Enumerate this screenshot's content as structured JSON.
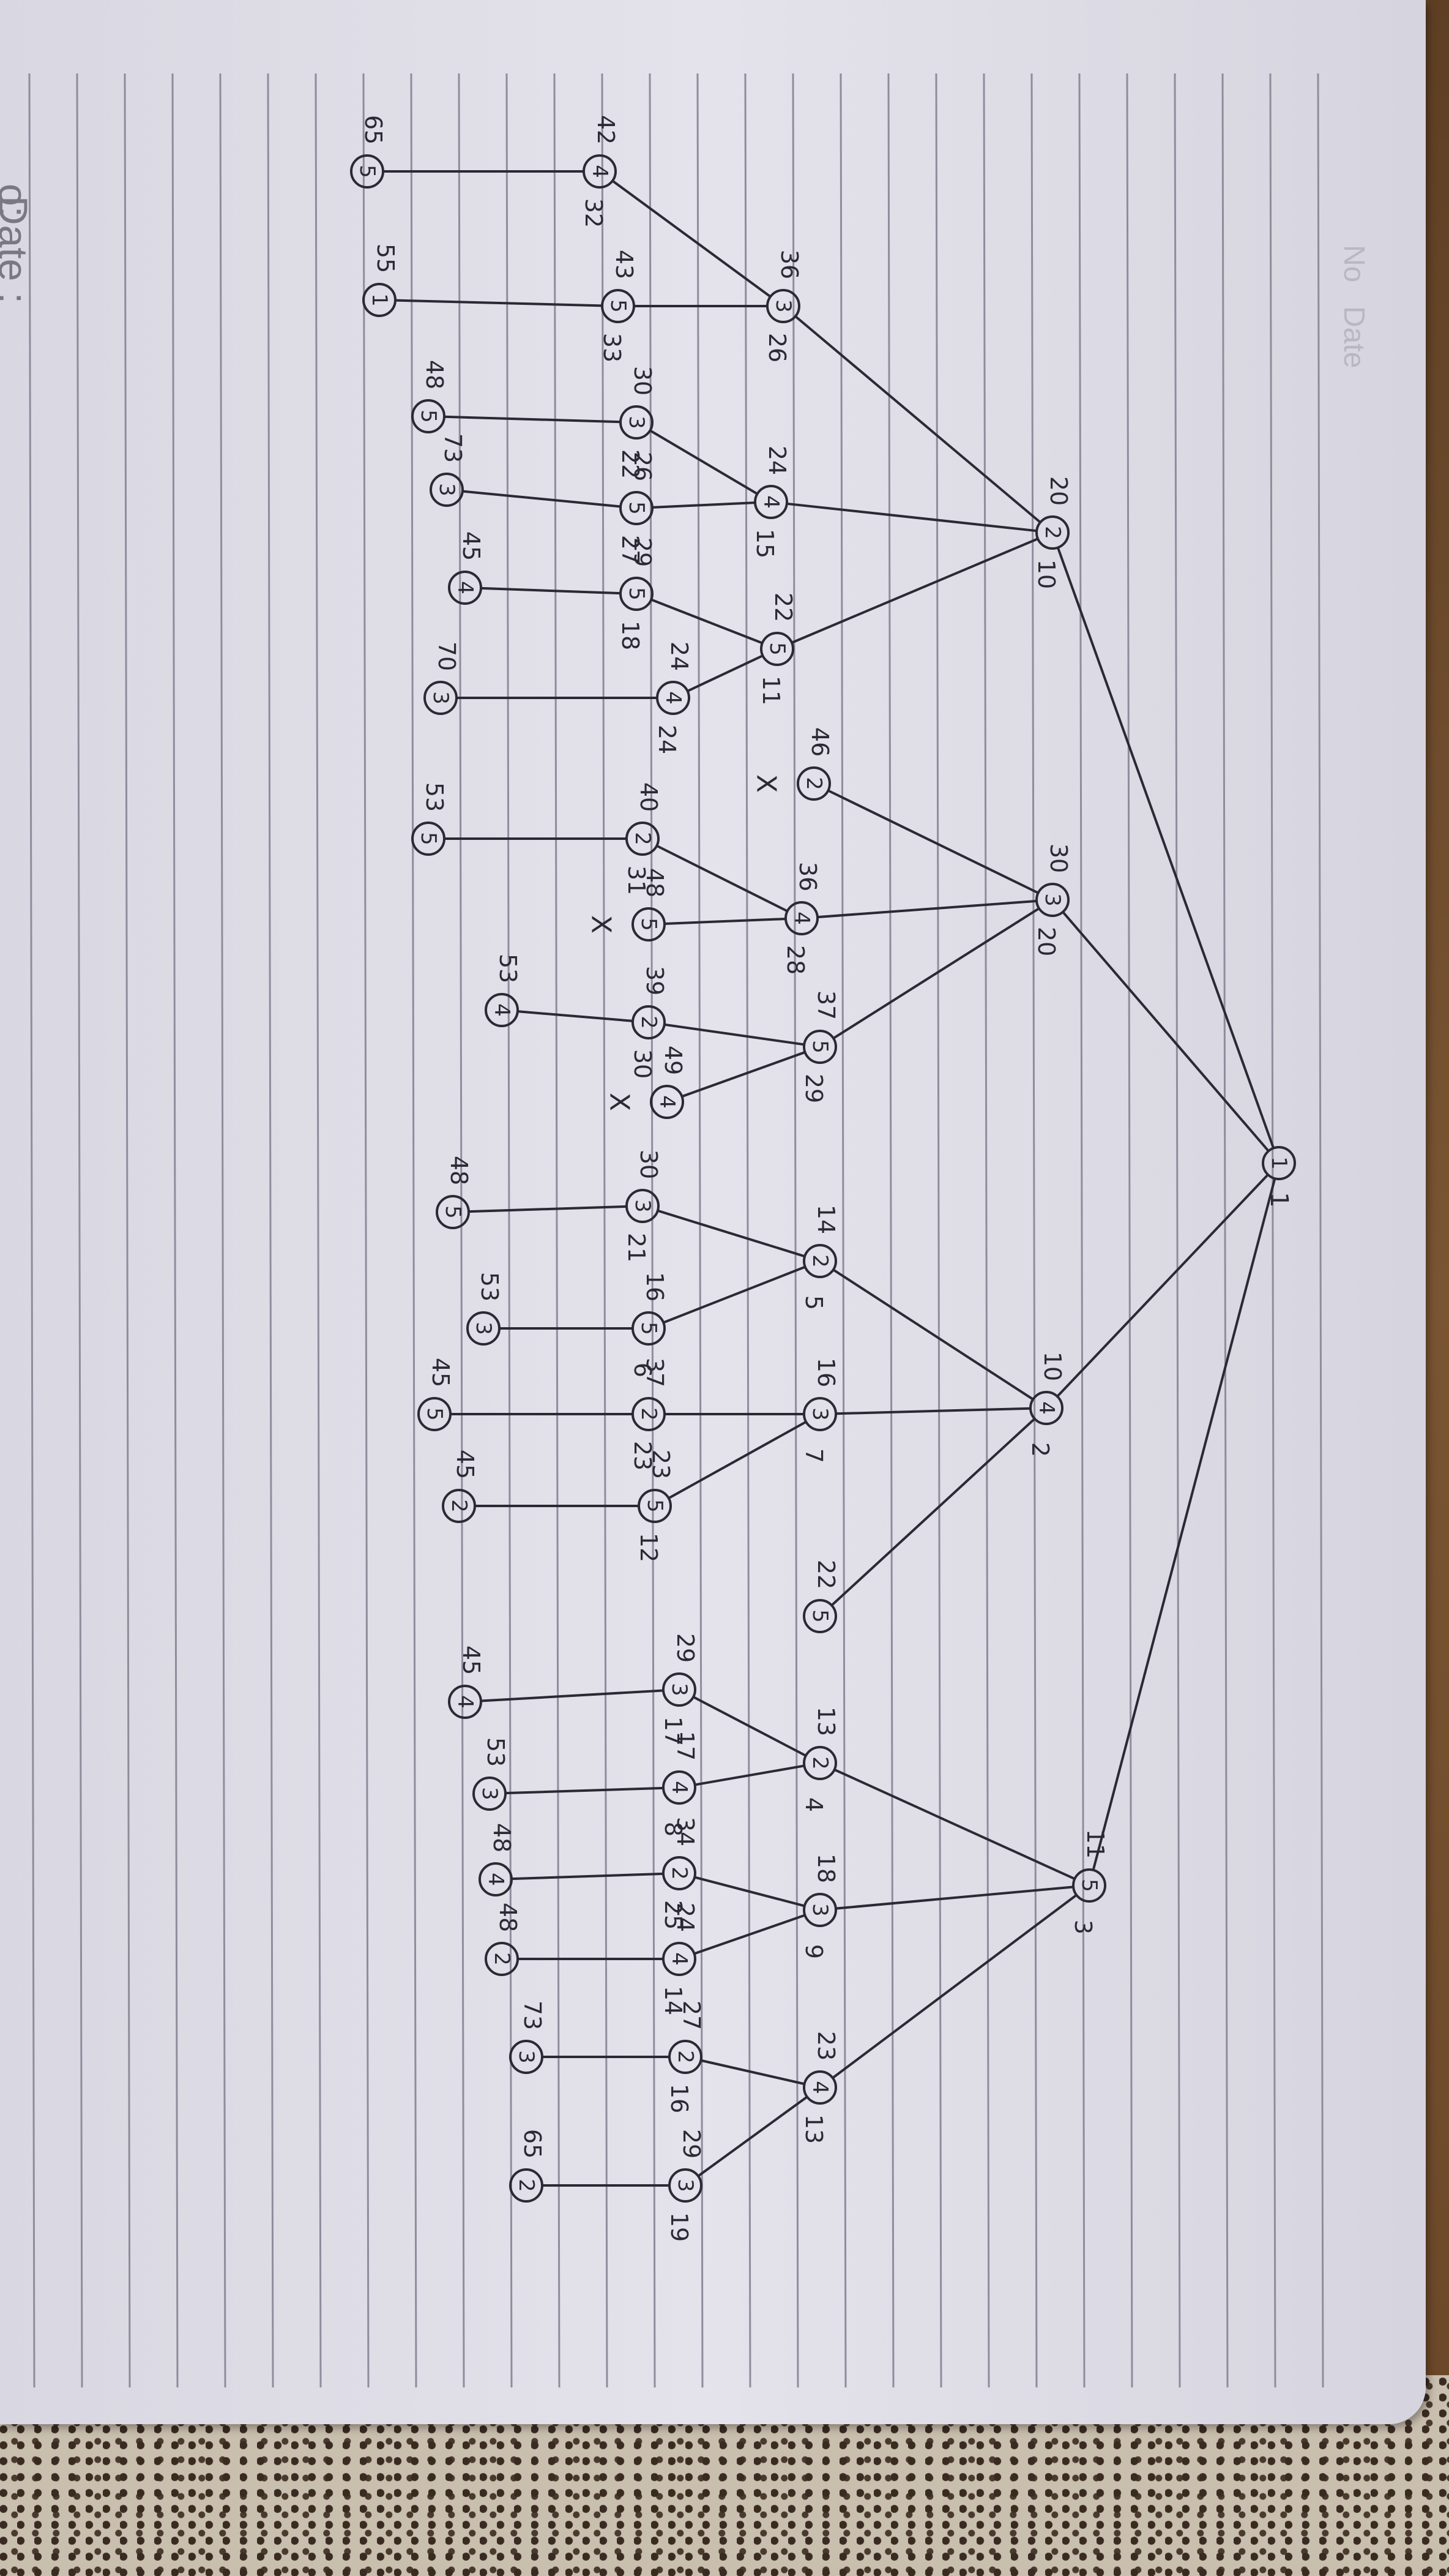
{
  "header": {
    "no_label": "o:",
    "date_label": "Date :",
    "ghost_no": "No",
    "ghost_date": "Date"
  },
  "tree": {
    "root": {
      "label": "1",
      "cost": "1"
    },
    "nodes": [
      {
        "id": "n2",
        "label": "2",
        "left": "20",
        "right": "10"
      },
      {
        "id": "n3",
        "label": "3",
        "left": "30",
        "right": "20"
      },
      {
        "id": "n4",
        "label": "4",
        "left": "10",
        "right": "2"
      },
      {
        "id": "n5",
        "label": "5",
        "left": "11",
        "right": "3"
      },
      {
        "id": "n2-3",
        "label": "3",
        "left": "36",
        "right": "26"
      },
      {
        "id": "n2-4",
        "label": "4",
        "left": "24",
        "right": "15"
      },
      {
        "id": "n2-5",
        "label": "5",
        "left": "22",
        "right": "11"
      },
      {
        "id": "n3-2",
        "label": "2",
        "left": "46",
        "right": "",
        "mark": "X"
      },
      {
        "id": "n3-4",
        "label": "4",
        "left": "36",
        "right": "28"
      },
      {
        "id": "n3-5",
        "label": "5",
        "left": "37",
        "right": "29"
      },
      {
        "id": "n4-2",
        "label": "2",
        "left": "14",
        "right": "5"
      },
      {
        "id": "n4-3",
        "label": "3",
        "left": "16",
        "right": "7"
      },
      {
        "id": "n4-5",
        "label": "5",
        "left": "22",
        "right": ""
      },
      {
        "id": "n5-2",
        "label": "2",
        "left": "13",
        "right": "4"
      },
      {
        "id": "n5-3",
        "label": "3",
        "left": "18",
        "right": "9"
      },
      {
        "id": "n5-4",
        "label": "4",
        "left": "23",
        "right": "13"
      },
      {
        "id": "l3a",
        "label": "4",
        "left": "42",
        "right": "32"
      },
      {
        "id": "l3b",
        "label": "5",
        "left": "43",
        "right": "33"
      },
      {
        "id": "l3c",
        "label": "3",
        "left": "30",
        "right": "22"
      },
      {
        "id": "l3d",
        "label": "5",
        "left": "26",
        "right": "27"
      },
      {
        "id": "l3e",
        "label": "5",
        "left": "29",
        "right": "18"
      },
      {
        "id": "l3f",
        "label": "4",
        "left": "24",
        "right": "24"
      },
      {
        "id": "l3g",
        "label": "2",
        "left": "40",
        "right": "31"
      },
      {
        "id": "l3h",
        "label": "5",
        "left": "48",
        "right": "",
        "mark": "X"
      },
      {
        "id": "l3i",
        "label": "2",
        "left": "39",
        "right": "30"
      },
      {
        "id": "l3j",
        "label": "4",
        "left": "49",
        "right": "",
        "mark": "X"
      },
      {
        "id": "l3k",
        "label": "3",
        "left": "30",
        "right": "21"
      },
      {
        "id": "l3l",
        "label": "5",
        "left": "16",
        "right": "6"
      },
      {
        "id": "l3m",
        "label": "2",
        "left": "37",
        "right": "23"
      },
      {
        "id": "l3n",
        "label": "5",
        "left": "23",
        "right": "12"
      },
      {
        "id": "l3o",
        "label": "3",
        "left": "29",
        "right": "17"
      },
      {
        "id": "l3p",
        "label": "4",
        "left": "17",
        "right": "8"
      },
      {
        "id": "l3q",
        "label": "2",
        "left": "34",
        "right": "25"
      },
      {
        "id": "l3r",
        "label": "4",
        "left": "24",
        "right": "14"
      },
      {
        "id": "l3s",
        "label": "2",
        "left": "27",
        "right": "16"
      },
      {
        "id": "l3t",
        "label": "3",
        "left": "29",
        "right": "19"
      },
      {
        "id": "l4a",
        "label": "5",
        "left": "65",
        "right": ""
      },
      {
        "id": "l4b",
        "label": "1",
        "left": "55",
        "right": ""
      },
      {
        "id": "l4c",
        "label": "5",
        "left": "48",
        "right": ""
      },
      {
        "id": "l4d",
        "label": "3",
        "left": "73",
        "right": ""
      },
      {
        "id": "l4e",
        "label": "4",
        "left": "45",
        "right": ""
      },
      {
        "id": "l4f",
        "label": "3",
        "left": "70",
        "right": ""
      },
      {
        "id": "l4g",
        "label": "5",
        "left": "53",
        "right": ""
      },
      {
        "id": "l4h",
        "label": "4",
        "left": "53",
        "right": ""
      },
      {
        "id": "l4i",
        "label": "5",
        "left": "48",
        "right": ""
      },
      {
        "id": "l4j",
        "label": "3",
        "left": "53",
        "right": ""
      },
      {
        "id": "l4k",
        "label": "5",
        "left": "45",
        "right": ""
      },
      {
        "id": "l4l",
        "label": "2",
        "left": "45",
        "right": ""
      },
      {
        "id": "l4m",
        "label": "4",
        "left": "45",
        "right": ""
      },
      {
        "id": "l4n",
        "label": "3",
        "left": "53",
        "right": ""
      },
      {
        "id": "l4o",
        "label": "4",
        "left": "48",
        "right": ""
      },
      {
        "id": "l4p",
        "label": "2",
        "left": "48",
        "right": ""
      },
      {
        "id": "l4q",
        "label": "3",
        "left": "73",
        "right": ""
      },
      {
        "id": "l4r",
        "label": "2",
        "left": "65",
        "right": ""
      }
    ]
  }
}
